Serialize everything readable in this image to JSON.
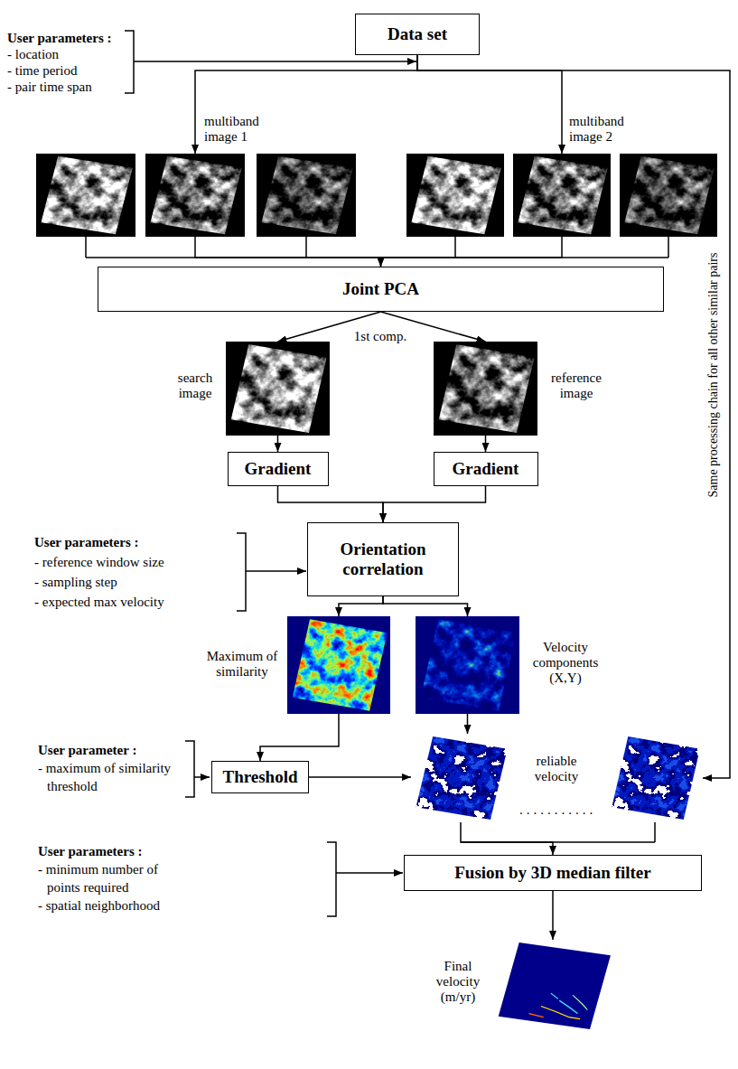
{
  "diagram": {
    "nodes": [
      {
        "text": [
          "Data set"
        ]
      },
      {
        "text": [
          "multiband image 1"
        ]
      },
      {
        "text": [
          "multiband image 2"
        ]
      },
      {
        "text": [
          "Joint PCA"
        ]
      },
      {
        "text": [
          "search image"
        ]
      },
      {
        "text": [
          "reference image"
        ]
      },
      {
        "text": [
          "Gradient"
        ]
      },
      {
        "text": [
          "Gradient"
        ]
      },
      {
        "text": [
          "Orientation correlation"
        ]
      },
      {
        "text": [
          "Maximum of similarity"
        ]
      },
      {
        "text": [
          "Velocity components (X,Y)"
        ]
      },
      {
        "text": [
          "Threshold"
        ]
      },
      {
        "text": [
          "reliable velocity"
        ]
      },
      {
        "text": [
          "Fusion by 3D median filter"
        ]
      },
      {
        "text": [
          "Final velocity (m/yr)"
        ]
      }
    ],
    "edges": [
      {
        "from": 0,
        "to": 1,
        "arrow": "to"
      },
      {
        "from": 0,
        "to": 2,
        "arrow": "to"
      },
      {
        "from": 0,
        "to": 12,
        "arrow": "to"
      },
      {
        "from": 1,
        "to": 3,
        "arrow": "to"
      },
      {
        "from": 2,
        "to": 3,
        "arrow": "to"
      },
      {
        "from": 3,
        "to": 4,
        "arrow": "to"
      },
      {
        "from": 3,
        "to": 5,
        "arrow": "to"
      },
      {
        "from": 4,
        "to": 6,
        "arrow": "to"
      },
      {
        "from": 5,
        "to": 7,
        "arrow": "to"
      },
      {
        "from": 6,
        "to": 8,
        "arrow": "to"
      },
      {
        "from": 7,
        "to": 8,
        "arrow": "to"
      },
      {
        "from": 8,
        "to": 9,
        "arrow": "to"
      },
      {
        "from": 8,
        "to": 10,
        "arrow": "to"
      },
      {
        "from": 9,
        "to": 11,
        "arrow": "to"
      },
      {
        "from": 11,
        "to": 12,
        "arrow": "to"
      },
      {
        "from": 10,
        "to": 12,
        "arrow": "to"
      },
      {
        "from": 12,
        "to": 13,
        "arrow": "to"
      },
      {
        "from": 13,
        "to": 14,
        "arrow": "to"
      }
    ],
    "labels": [
      "User parameters :",
      "- location",
      "- time period",
      "- pair time span",
      "1st comp.",
      "Same processing chain for all other similar pairs",
      "User parameters :",
      "- reference window size",
      "- sampling step",
      "- expected max velocity",
      "User parameter :",
      "- maximum of similarity threshold",
      "...........",
      "User parameters :",
      "- minimum number of points required",
      "- spatial neighborhood"
    ]
  }
}
